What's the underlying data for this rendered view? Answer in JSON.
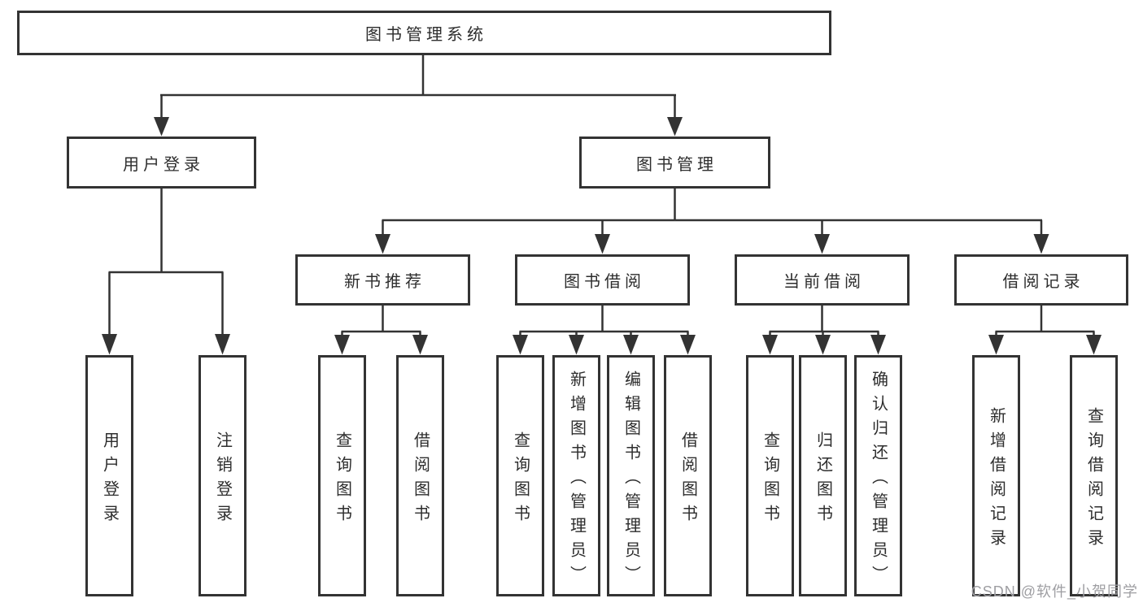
{
  "nodes": {
    "root": {
      "label": "图书管理系统"
    },
    "user_login": {
      "label": "用户登录"
    },
    "book_management": {
      "label": "图书管理"
    },
    "new_book_recommend": {
      "label": "新书推荐"
    },
    "book_borrowing": {
      "label": "图书借阅"
    },
    "current_borrowing": {
      "label": "当前借阅"
    },
    "borrowing_records": {
      "label": "借阅记录"
    }
  },
  "leaves": {
    "user_login": [
      "用户登录",
      "注销登录"
    ],
    "new_book_recommend": [
      "查询图书",
      "借阅图书"
    ],
    "book_borrowing": [
      "查询图书",
      "新增图书（管理员）",
      "编辑图书（管理员）",
      "借阅图书"
    ],
    "current_borrowing": [
      "查询图书",
      "归还图书",
      "确认归还（管理员）"
    ],
    "borrowing_records": [
      "新增借阅记录",
      "查询借阅记录"
    ]
  },
  "watermark": "CSDN @软件_小贺同学",
  "colors": {
    "line": "#333333",
    "border": "#333333",
    "text": "#2d2d2d",
    "watermark": "#9e9ea2",
    "background": "#ffffff"
  }
}
